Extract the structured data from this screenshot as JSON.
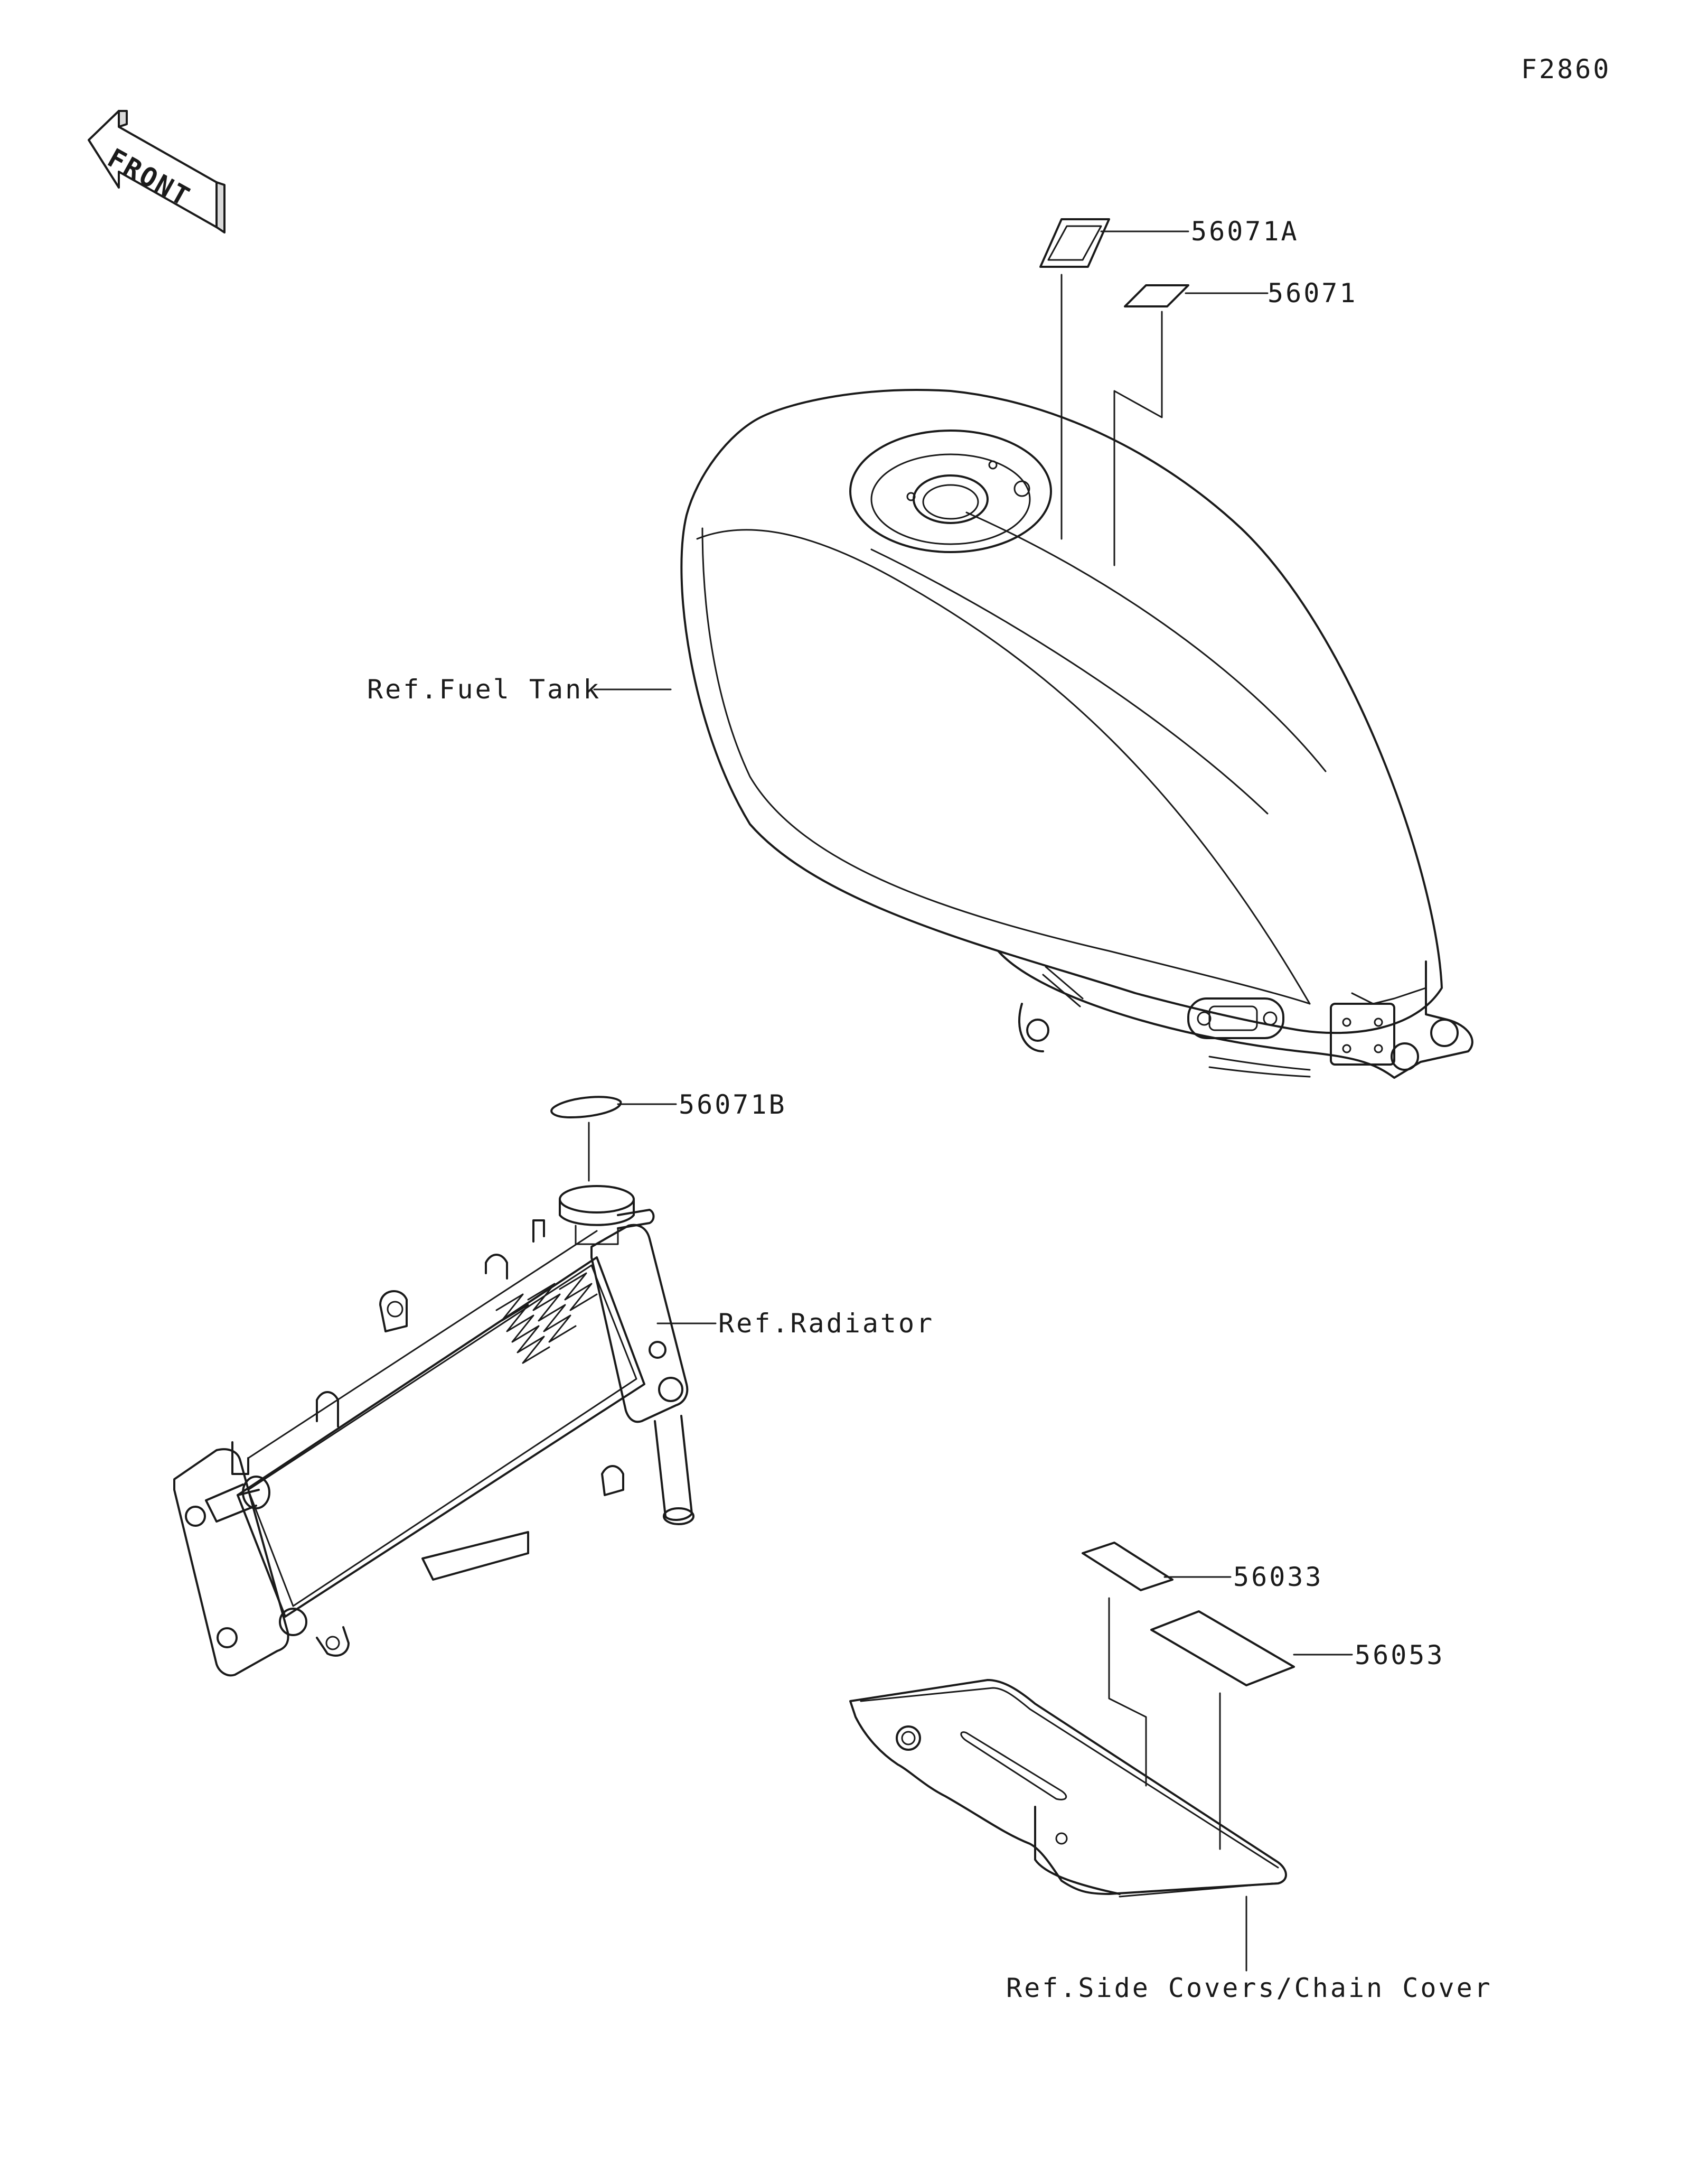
{
  "figure_code": "F2860",
  "front_arrow": {
    "label": "FRONT",
    "icon": "front-direction-arrow-icon"
  },
  "parts": [
    {
      "part_no": "56071A"
    },
    {
      "part_no": "56071"
    },
    {
      "part_no": "56071B"
    },
    {
      "part_no": "56033"
    },
    {
      "part_no": "56053"
    }
  ],
  "references": {
    "fuel_tank": "Ref.Fuel Tank",
    "radiator": "Ref.Radiator",
    "chain_cover": "Ref.Side Covers/Chain Cover"
  },
  "colors": {
    "line": "#1a1a1a",
    "background": "#ffffff"
  }
}
